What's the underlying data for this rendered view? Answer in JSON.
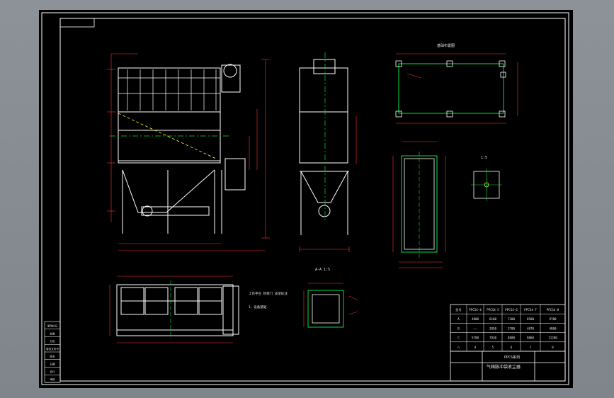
{
  "drawing": {
    "colors": {
      "background": "#000000",
      "frame": "#ffffff",
      "outline": "#ffffff",
      "dimension": "#ff3030",
      "centerline": "#00e040",
      "hidden": "#ffff40",
      "viewport": "#8b9096"
    },
    "title_block": {
      "header_row": [
        "型号",
        "PPCS4-4",
        "PPCS4-5",
        "PPCS4-6",
        "PPCS4-7",
        "PPCS4-8"
      ],
      "rows": [
        [
          "A",
          "4800",
          "6100",
          "7300",
          "8500",
          "9700"
        ],
        [
          "B",
          "——",
          "2850",
          "3780",
          "4070",
          "4860"
        ],
        [
          "C",
          "5780",
          "7930",
          "8880",
          "9860",
          "11280"
        ],
        [
          "n",
          "4",
          "5",
          "6",
          "7",
          "8"
        ]
      ],
      "product_code": "PPCS系列",
      "product_name": "气箱脉冲袋收尘器"
    },
    "revision_column": [
      "更改标记",
      "处数",
      "分区",
      "更改文件号",
      "签名",
      "日期",
      "设计",
      "审核"
    ],
    "view_titles": {
      "section": "A-A 1:5",
      "plan_top": "基础布置图",
      "detail_small": "1:5"
    },
    "annotations": {
      "note_main": "工作平台 检修门 支架标注",
      "note_bottom": "1、设备基础"
    }
  }
}
